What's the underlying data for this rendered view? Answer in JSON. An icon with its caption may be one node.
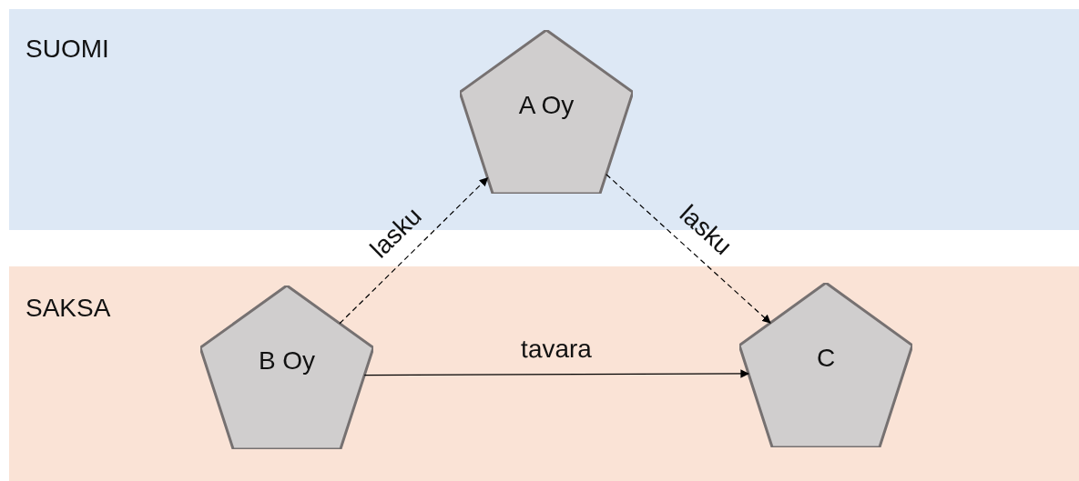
{
  "diagram": {
    "nodes": [
      {
        "text": [
          "SUOMI"
        ]
      },
      {
        "text": [
          "A Oy"
        ],
        "in": 0
      },
      {
        "text": [
          "SAKSA"
        ]
      },
      {
        "text": [
          "B Oy"
        ],
        "in": 2
      },
      {
        "text": [
          "C"
        ],
        "in": 2
      }
    ],
    "edges": [
      {
        "from": 3,
        "to": 1,
        "arrow": "to",
        "label": "lasku",
        "style": "dashed"
      },
      {
        "from": 1,
        "to": 4,
        "arrow": "to",
        "label": "lasku",
        "style": "dashed"
      },
      {
        "from": 3,
        "to": 4,
        "arrow": "to",
        "label": "tavara"
      }
    ]
  }
}
